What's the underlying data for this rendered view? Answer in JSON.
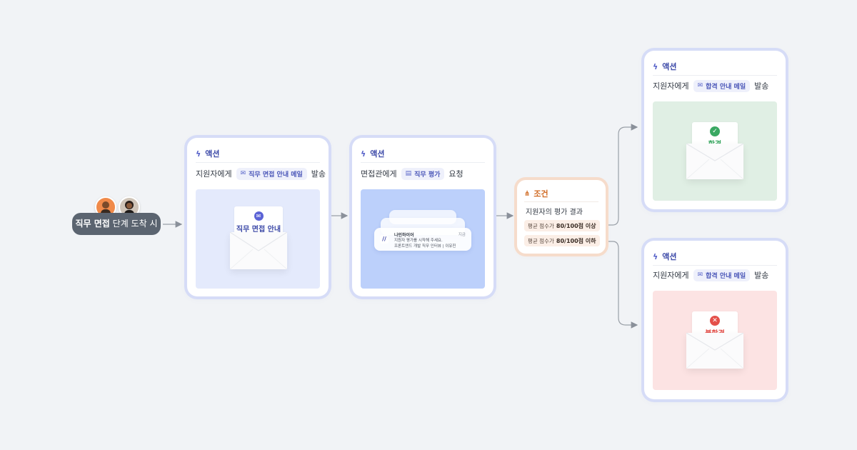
{
  "trigger": {
    "bold": "직무 면접",
    "rest": " 단계 도착 시"
  },
  "card_header_label": "액션",
  "card1": {
    "prefix": "지원자에게",
    "chip": "직무 면접 안내 메일",
    "suffix": "발송",
    "letter_text": "직무 면접 안내"
  },
  "card2": {
    "prefix": "면접관에게",
    "chip": "직무 평가",
    "suffix": "요청",
    "notification": {
      "app": "나인하이어",
      "time": "지금",
      "line1": "지원자 평가를 시작해 주세요.",
      "line2": "프론트엔드 개발 직무 인터뷰 | 이유진"
    }
  },
  "condition": {
    "label": "조건",
    "title": "지원자의 평가 결과",
    "rows": [
      {
        "prefix": "평균 점수가",
        "value": "80/100점 이상"
      },
      {
        "prefix": "평균 점수가",
        "value": "80/100점 이하"
      }
    ]
  },
  "card3": {
    "prefix": "지원자에게",
    "chip": "합격 안내 메일",
    "suffix": "발송",
    "letter_text": "합격"
  },
  "card4": {
    "prefix": "지원자에게",
    "chip": "합격 안내 메일",
    "suffix": "발송",
    "letter_text": "불합격"
  },
  "colors": {
    "background": "#f1f3f6",
    "action_accent": "#4a56b8",
    "condition_accent": "#d06a22",
    "pass": "#3aa862",
    "fail": "#e4504a"
  }
}
